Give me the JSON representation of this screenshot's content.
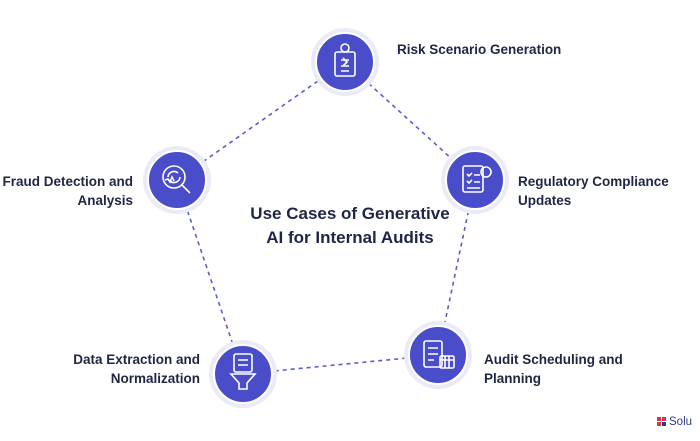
{
  "title": {
    "line1": "Use Cases of Generative",
    "line2": "AI for Internal Audits"
  },
  "nodes": [
    {
      "id": "risk",
      "lines": [
        "Risk Scenario Generation"
      ],
      "icon": "document-gear-icon"
    },
    {
      "id": "regulatory",
      "lines": [
        "Regulatory Compliance",
        "Updates"
      ],
      "icon": "checklist-gear-icon"
    },
    {
      "id": "scheduling",
      "lines": [
        "Audit Scheduling and",
        "Planning"
      ],
      "icon": "calendar-checklist-icon"
    },
    {
      "id": "extraction",
      "lines": [
        "Data Extraction and",
        "Normalization"
      ],
      "icon": "document-funnel-icon"
    },
    {
      "id": "fraud",
      "lines": [
        "Fraud Detection and",
        "Analysis"
      ],
      "icon": "magnifier-cycle-icon"
    }
  ],
  "brand": {
    "text": "Solu",
    "color": "#d9344a"
  },
  "colors": {
    "circle_outer": "#ebebf7",
    "circle_inner": "#4a4dc9",
    "circle_ring": "#ffffff",
    "line": "#5a5ec8",
    "text": "#1f2544"
  }
}
